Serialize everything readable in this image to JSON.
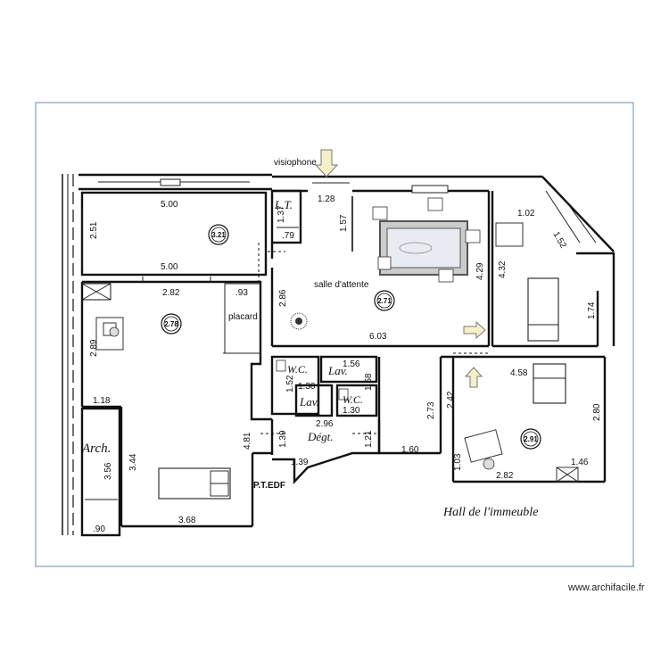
{
  "credit": "www.archifacile.fr",
  "labels": {
    "visiophone": "visiophone",
    "salle_attente": "salle d'attente",
    "placard": "placard",
    "lt": "L.T.",
    "wc1": "W.C.",
    "lav1": "Lav.",
    "lav2": "Lav.",
    "wc2": "W.C.",
    "degt": "Dégt.",
    "arch": "Arch.",
    "pt_edf": "P.T.EDF",
    "hall": "Hall de l'immeuble"
  },
  "areas": {
    "a1": "3.21",
    "a2": "2.78",
    "a3": "2.71",
    "a4": "2.91"
  },
  "dims": {
    "d500a": "5.00",
    "d251": "2.51",
    "d500b": "5.00",
    "d282a": "2.82",
    "d093": ".93",
    "d289": "2.89",
    "d118": "1.18",
    "d344": "3.44",
    "d356": "3.56",
    "d090": ".90",
    "d368": "3.68",
    "d137": "1.37",
    "d079": ".79",
    "d128": "1.28",
    "d157": "1.57",
    "d286": "2.86",
    "d603": "6.03",
    "d429": "4.29",
    "d432": "4.32",
    "d102": "1.02",
    "d152": "1.52",
    "d174": "1.74",
    "d156": "1.56",
    "d152b": "1.52",
    "d130a": "1.30",
    "d158": "1.58",
    "d130b": "1.30",
    "d296": "2.96",
    "d481": "4.81",
    "d139a": "1.39",
    "d139b": "1.39",
    "d121": "1.21",
    "d273": "2.73",
    "d242": "2.42",
    "d160": "1.60",
    "d458": "4.58",
    "d280": "2.80",
    "d103": "1.03",
    "d282b": "2.82",
    "d146": "1.46"
  }
}
